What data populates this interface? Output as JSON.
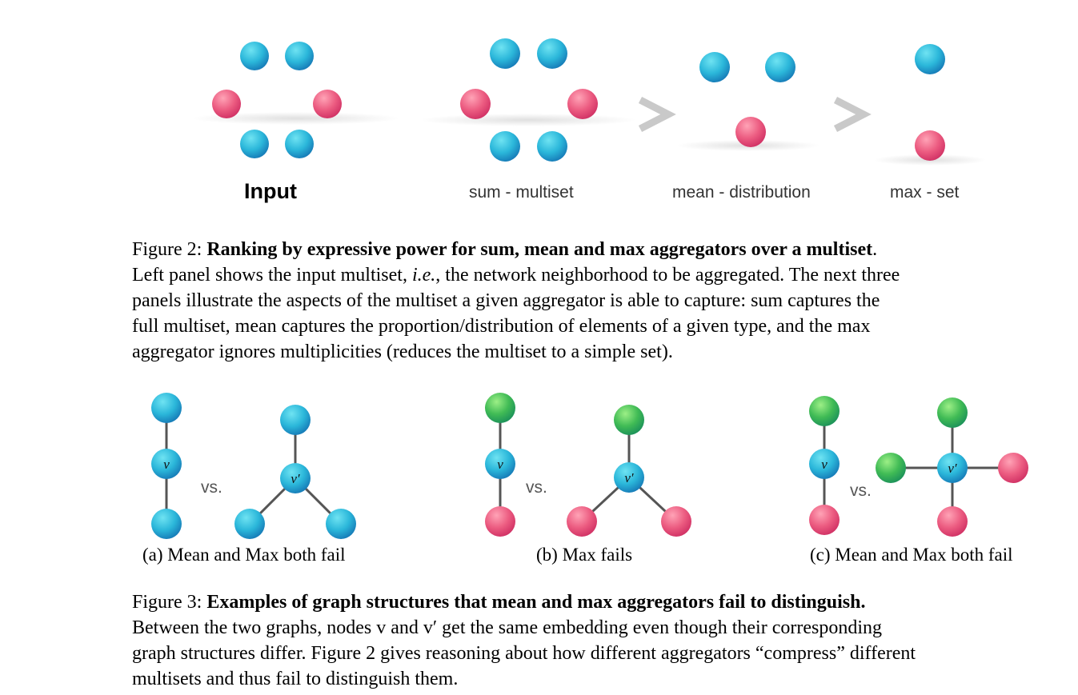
{
  "figure2": {
    "panels": [
      {
        "label": "Input"
      },
      {
        "label": "sum - multiset"
      },
      {
        "label": "mean - distribution"
      },
      {
        "label": "max - set"
      }
    ],
    "comparators": [
      ">",
      ">"
    ],
    "caption_prefix": "Figure 2:",
    "caption_title": "Ranking by expressive power for sum, mean and max aggregators over a multiset",
    "caption_end": ".",
    "caption_line2_a": "Left panel shows the input multiset,",
    "caption_line2_ie": "i.e.",
    "caption_line2_b": ", the network neighborhood to be aggregated. The next three",
    "caption_line3": "panels illustrate the aspects of the multiset a given aggregator is able to capture: sum captures the",
    "caption_line4": "full multiset, mean captures the proportion/distribution of elements of a given type, and the max",
    "caption_line5": "aggregator ignores multiplicities (reduces the multiset to a simple set)."
  },
  "figure3": {
    "vs_label": "vs.",
    "node_v": "v",
    "node_v_prime": "v′",
    "subcaptions": [
      "(a) Mean and Max both fail",
      "(b) Max fails",
      "(c) Mean and Max both fail"
    ],
    "caption_prefix": "Figure 3:",
    "caption_title": "Examples of graph structures that mean and max aggregators fail to distinguish.",
    "caption_line2": "Between the two graphs, nodes v and v′ get the same embedding even though their corresponding",
    "caption_line3": "graph structures differ. Figure 2 gives reasoning about how different aggregators “compress” different",
    "caption_line4": "multisets and thus fail to distinguish them."
  },
  "colors": {
    "blue": "#2bb4d8",
    "pink": "#e8527a",
    "green": "#3fb55a",
    "edge": "#555555",
    "comparator": "#c8c8c8"
  }
}
